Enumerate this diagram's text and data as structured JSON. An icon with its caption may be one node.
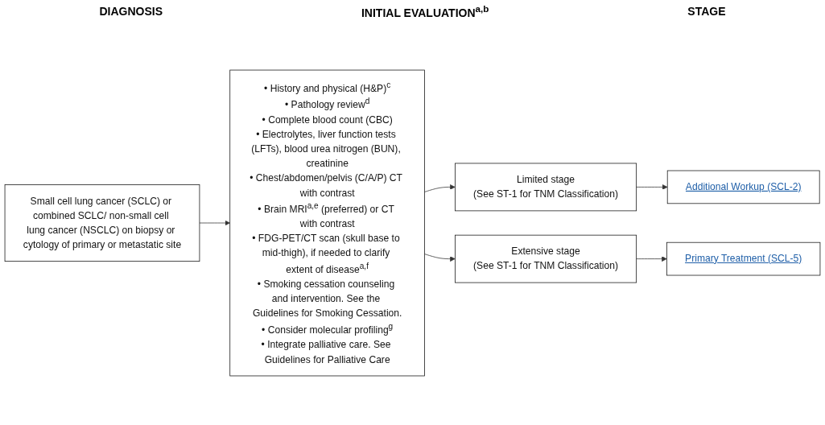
{
  "diagram": {
    "nodes": [
      {
        "text": [
          "Small cell lung cancer (SCLC) or combined SCLC/ non-small cell lung cancer (NSCLC) on biopsy or cytology of primary or metastatic site"
        ]
      },
      {
        "text": [
          "• History and physical (H&P)$^{c}$",
          "• Pathology review$^{d}$",
          "• Complete blood count (CBC)",
          "• Electrolytes, liver function tests (LFTs), blood urea nitrogen (BUN), creatinine",
          "• Chest/abdomen/pelvis (C/A/P) CT with contrast",
          "• Brain MRI$^{a,e}$ (preferred) or CT with contrast",
          "• FDG-PET/CT scan (skull base to mid-thigh), if needed to clarify extent of disease$^{a,f}$",
          "• Smoking cessation counseling and intervention. See the Guidelines for Smoking Cessation.",
          "• Consider molecular profiling$^{g}$",
          "• Integrate palliative care. See Guidelines for Palliative Care"
        ]
      },
      {
        "text": [
          "Limited stage",
          "(See ST-1 for TNM Classification)"
        ]
      },
      {
        "text": [
          "Extensive stage",
          "(See ST-1 for TNM Classification)"
        ]
      },
      {
        "text": [
          "Additional Workup (SCL-2)"
        ]
      },
      {
        "text": [
          "Primary Treatment (SCL-5)"
        ]
      }
    ],
    "edges": [
      {
        "from": 0,
        "to": 1,
        "arrow": "to"
      },
      {
        "from": 1,
        "to": 2,
        "arrow": "to"
      },
      {
        "from": 1,
        "to": 3,
        "arrow": "to"
      },
      {
        "from": 2,
        "to": 4,
        "arrow": "to"
      },
      {
        "from": 3,
        "to": 5,
        "arrow": "to"
      }
    ],
    "labels": [
      "DIAGNOSIS",
      "INITIAL EVALUATION$^{a,b}$",
      "STAGE"
    ]
  }
}
